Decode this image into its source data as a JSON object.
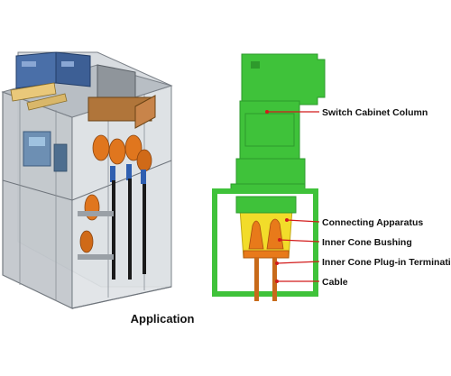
{
  "caption": "Application",
  "labels": {
    "column": "Switch Cabinet Column",
    "connecting": "Connecting Apparatus",
    "bushing": "Inner Cone Bushing",
    "plugin": "Inner Cone Plug-in Termination",
    "cable": "Cable"
  },
  "colors": {
    "section_green": "#3fc23a",
    "section_green_dark": "#2e9a2c",
    "bushing_orange": "#e87a1a",
    "apparatus_yellow": "#f2dc2a",
    "leader_red": "#d21b1b",
    "cabinet_gray": "#c7ccd1",
    "cabinet_frame": "#7b8188",
    "copper": "#c86a1a"
  }
}
